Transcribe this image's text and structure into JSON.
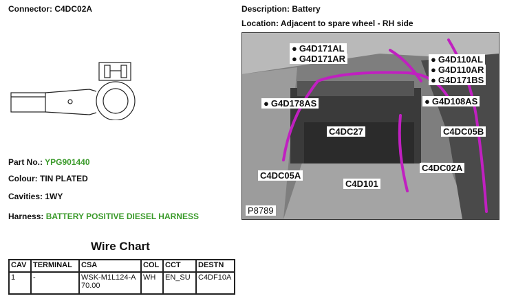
{
  "connector": {
    "label": "Connector:",
    "value": "C4DC02A"
  },
  "description": {
    "label": "Description:",
    "value": "Battery"
  },
  "location": {
    "label": "Location:",
    "value": "Adjacent to spare wheel - RH side"
  },
  "part_no": {
    "label": "Part No.:",
    "value": "YPG901440"
  },
  "colour": {
    "label": "Colour:",
    "value": "TIN PLATED"
  },
  "cavities": {
    "label": "Cavities:",
    "value": "1WY"
  },
  "harness": {
    "label": "Harness:",
    "value": "BATTERY POSITIVE DIESEL HARNESS"
  },
  "photo": {
    "callouts": [
      "G4D171AL",
      "G4D171AR",
      "G4D110AL",
      "G4D110AR",
      "G4D171BS",
      "G4D178AS",
      "G4D108AS",
      "C4DC27",
      "C4DC05B",
      "C4DC05A",
      "C4D101",
      "C4DC02A"
    ],
    "ref": "P8789"
  },
  "wire_chart": {
    "title": "Wire Chart",
    "headers": [
      "CAV",
      "TERMINAL",
      "CSA",
      "COL",
      "CCT",
      "DESTN"
    ],
    "rows": [
      [
        "1",
        "-",
        "WSK-M1L124-A 70.00",
        "WH",
        "EN_SU",
        "C4DF10A"
      ]
    ]
  },
  "colors": {
    "harness_green": "#3a9a2a",
    "wire_purple": "#c020c0"
  }
}
